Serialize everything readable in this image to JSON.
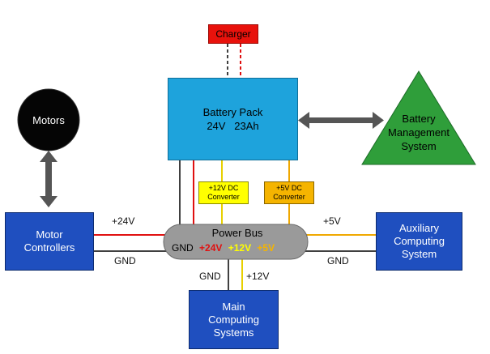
{
  "charger": {
    "label": "Charger"
  },
  "battery_pack": {
    "line1": "Battery Pack",
    "line2": "24V   23Ah"
  },
  "bms": {
    "line1": "Battery",
    "line2": "Management",
    "line3": "System"
  },
  "motors": {
    "label": "Motors"
  },
  "motor_controllers": {
    "line1": "Motor",
    "line2": "Controllers"
  },
  "aux_computing": {
    "line1": "Auxiliary",
    "line2": "Computing",
    "line3": "System"
  },
  "main_computing": {
    "line1": "Main",
    "line2": "Computing",
    "line3": "Systems"
  },
  "converter_12v": {
    "line1": "+12V DC",
    "line2": "Converter"
  },
  "converter_5v": {
    "line1": "+5V DC",
    "line2": "Converter"
  },
  "power_bus": {
    "title": "Power Bus",
    "gnd": "GND",
    "v24": "+24V",
    "v12": "+12V",
    "v5": "+5V"
  },
  "wire_labels": {
    "motor_24v": "+24V",
    "motor_gnd": "GND",
    "aux_5v": "+5V",
    "aux_gnd": "GND",
    "main_gnd": "GND",
    "main_12v": "+12V"
  },
  "colors": {
    "charger": "#e8120c",
    "battery": "#1ea3dc",
    "bms": "#2f9e3a",
    "blue_box": "#1f4fbf",
    "converter_12v": "#ffff00",
    "converter_5v": "#f5b400",
    "bus": "#9a9a9a",
    "red_wire": "#e01010",
    "yellow_wire": "#e8d000",
    "orange_wire": "#f0a800",
    "gnd_wire": "#404040",
    "arrow": "#555555"
  }
}
